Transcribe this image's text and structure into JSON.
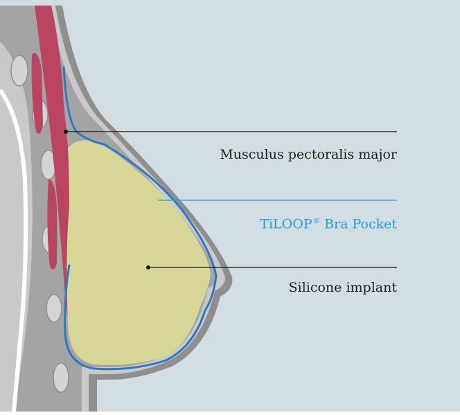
{
  "labels": {
    "muscle": "Musculus pectoralis major",
    "pocket_name": "TiLOOP",
    "pocket_mark": "®",
    "pocket_rest": " Bra Pocket",
    "implant": "Silicone implant"
  },
  "colors": {
    "background": "#d2dde4",
    "skin_outer": "#8f8f8f",
    "skin_light": "#c9c9c9",
    "tissue": "#a4a4a4",
    "muscle": "#b94561",
    "implant_fill": "#d9d699",
    "pocket_line": "#2e78c4",
    "bone": "#d4d4d4",
    "label_text": "#1f1f1f",
    "pocket_text": "#2a9fd6"
  }
}
